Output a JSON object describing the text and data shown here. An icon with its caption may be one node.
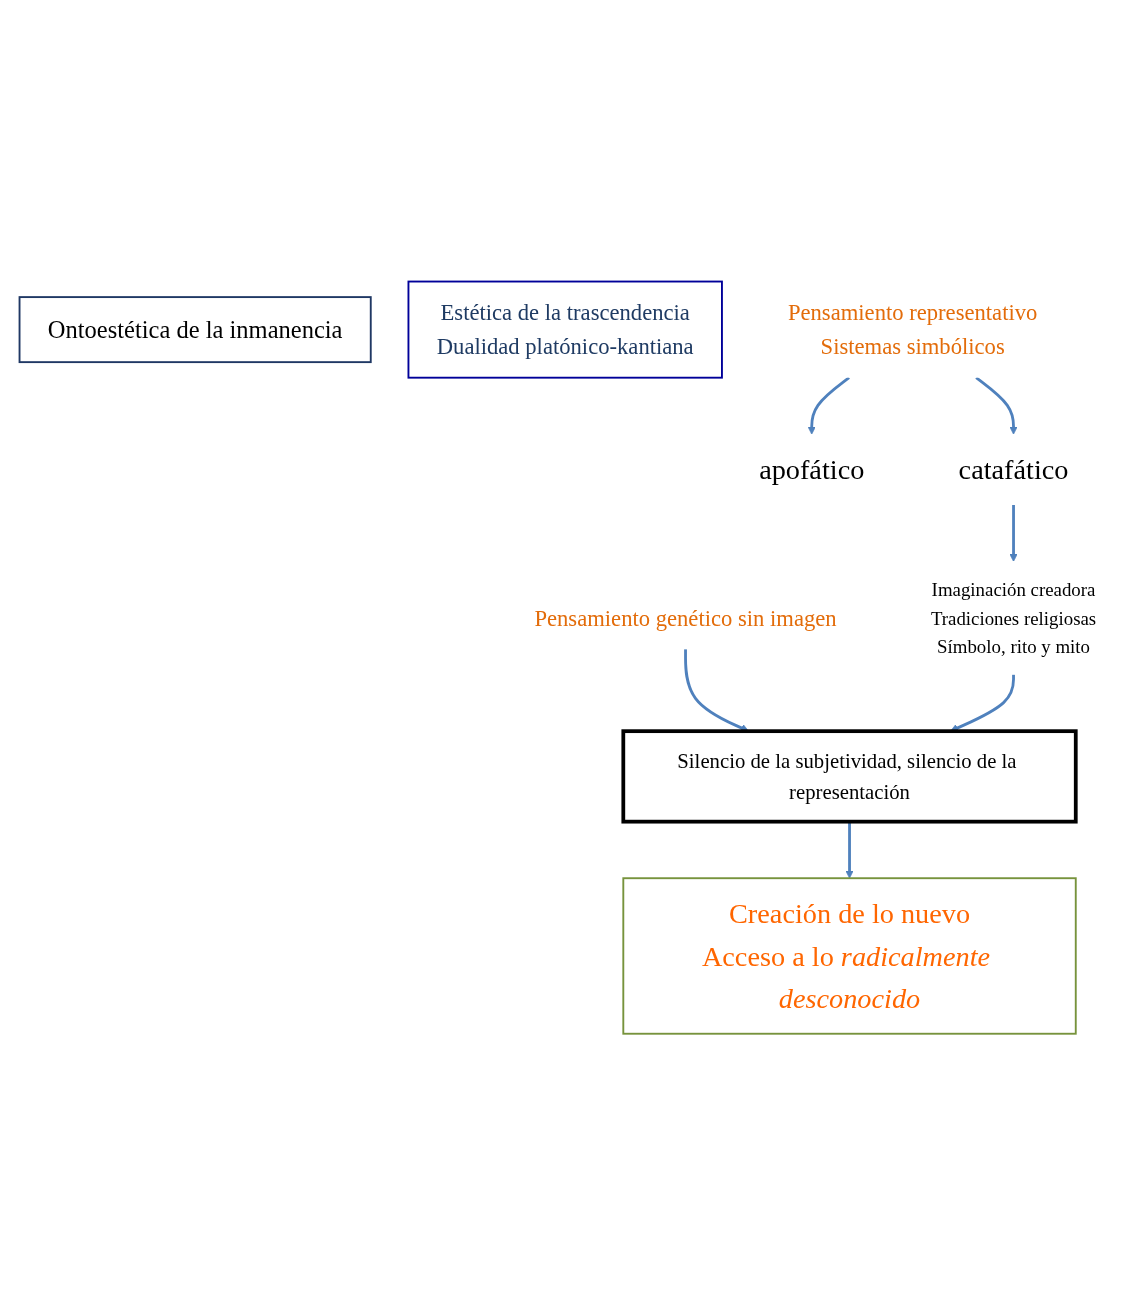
{
  "diagram": {
    "nodes": [
      {
        "text": [
          "Ontoestética de la inmanencia"
        ]
      },
      {
        "text": [
          "Pensamiento genético sin imagen"
        ]
      },
      {
        "text": [
          "Estética de la trascendencia",
          "Dualidad platónico-kantiana"
        ]
      },
      {
        "text": [
          "Pensamiento representativo",
          "Sistemas simbólicos"
        ]
      },
      {
        "text": [
          "apofático"
        ]
      },
      {
        "text": [
          "catafático"
        ]
      },
      {
        "text": [
          "Imaginación creadora",
          "Tradiciones religiosas",
          "Símbolo, rito y mito"
        ]
      },
      {
        "text": [
          "Silencio de la subjetividad, silencio de la representación"
        ]
      },
      {
        "text": [
          "Creación de lo nuevo",
          "Acceso a lo *radicalmente desconocido*"
        ]
      }
    ],
    "edges": [
      {
        "from": 3,
        "to": 4,
        "arrow": "to"
      },
      {
        "from": 3,
        "to": 5,
        "arrow": "to"
      },
      {
        "from": 1,
        "to": 7,
        "arrow": "to"
      },
      {
        "from": 5,
        "to": 6,
        "arrow": "to"
      },
      {
        "from": 6,
        "to": 7,
        "arrow": "to"
      },
      {
        "from": 7,
        "to": 8,
        "arrow": "to"
      }
    ]
  }
}
